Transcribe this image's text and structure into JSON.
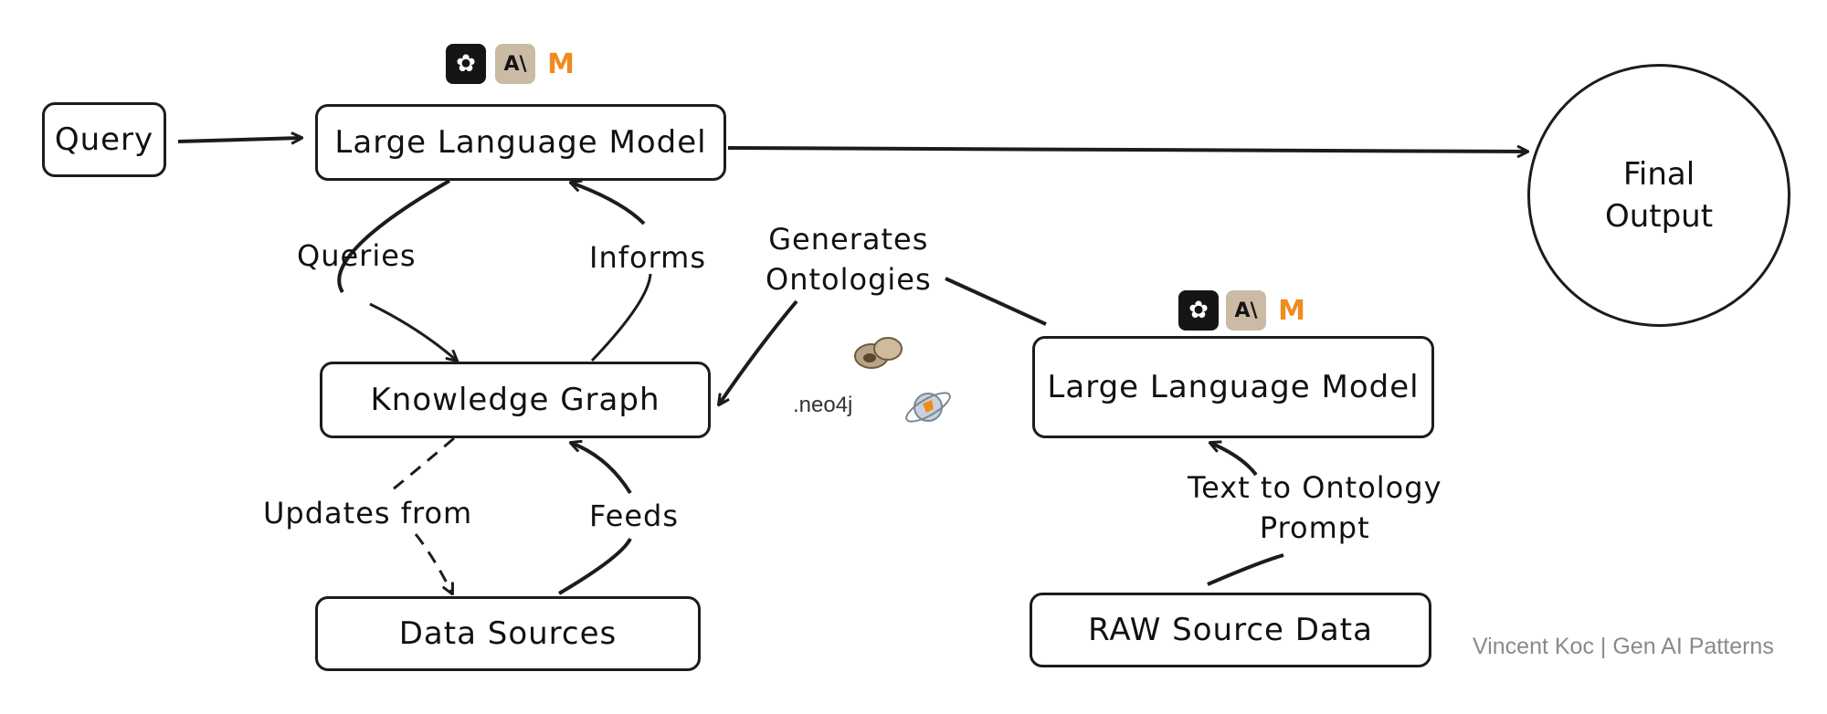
{
  "nodes": {
    "query": "Query",
    "llm_main": "Large Language Model",
    "knowledge_graph": "Knowledge Graph",
    "data_sources": "Data Sources",
    "llm_secondary": "Large Language Model",
    "raw_source": "RAW Source Data",
    "final_output_line1": "Final",
    "final_output_line2": "Output"
  },
  "edge_labels": {
    "queries": "Queries",
    "informs": "Informs",
    "updates_from": "Updates from",
    "feeds": "Feeds",
    "generates_line1": "Generates",
    "generates_line2": "Ontologies",
    "prompt_line1": "Text to Ontology",
    "prompt_line2": "Prompt"
  },
  "logos": {
    "openai": "openai-icon",
    "anthropic_text": "A\\",
    "mistral_text": "M",
    "neo4j_text": ".neo4j"
  },
  "credit": "Vincent Koc | Gen AI Patterns",
  "colors": {
    "stroke": "#1c1c1c",
    "credit_text": "#8a8a8a",
    "anthropic_bg": "#cbbba4",
    "mistral_orange": "#f08b1d"
  }
}
